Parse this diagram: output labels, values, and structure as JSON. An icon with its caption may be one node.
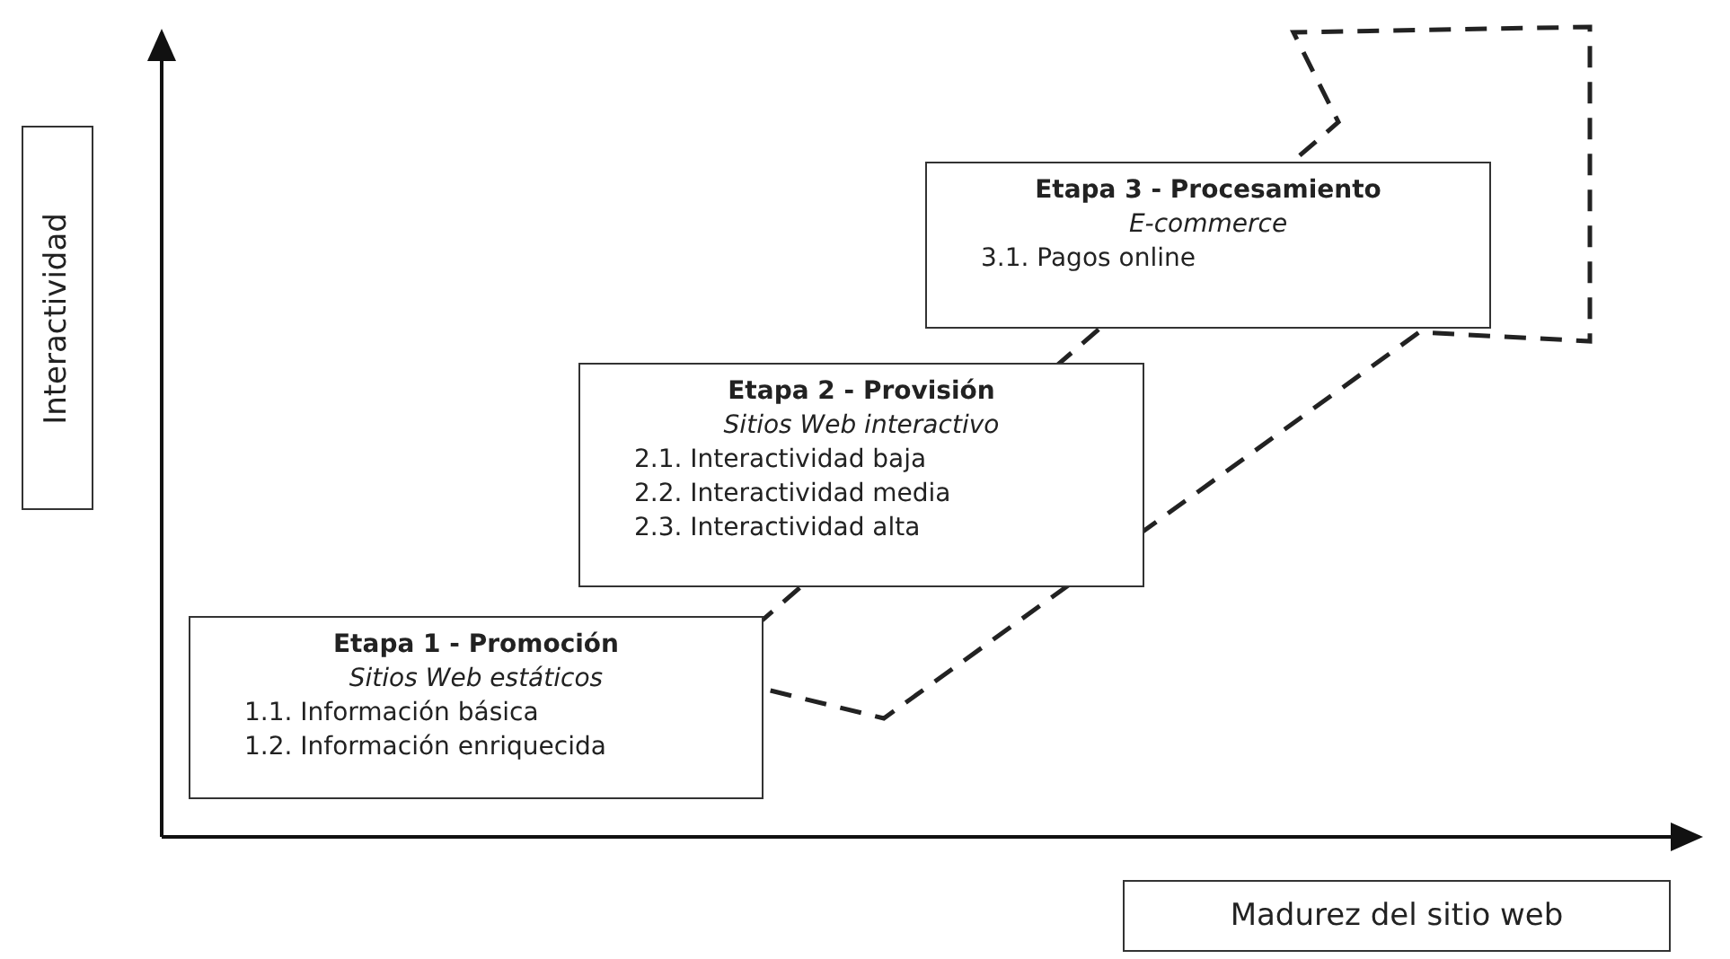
{
  "diagram": {
    "nodes": [
      {
        "text": [
          "Interactividad"
        ]
      },
      {
        "text": [
          "Etapa 3 - Procesamiento",
          "E-commerce",
          "3.1. Pagos online"
        ]
      },
      {
        "text": [
          "Etapa 2 - Provisión",
          "Sitios Web interactivo",
          "2.1. Interactividad baja",
          "2.2. Interactividad media",
          "2.3. Interactividad alta"
        ]
      },
      {
        "text": [
          "Etapa 1 - Promoción",
          "Sitios Web estáticos",
          "1.1. Información básica",
          "1.2. Información enriquecida"
        ]
      },
      {
        "text": [
          "Madurez del sitio web"
        ]
      }
    ],
    "edges": []
  }
}
